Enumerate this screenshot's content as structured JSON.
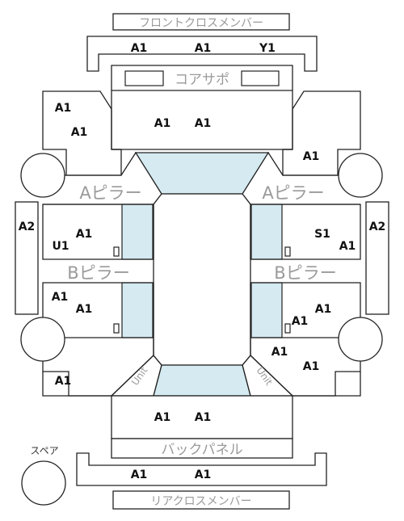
{
  "labels": {
    "front_cross_member": "フロントクロスメンバー",
    "core_support": "コアサポ",
    "a_pillar": "Aピラー",
    "b_pillar": "Bピラー",
    "back_panel": "バックパネル",
    "rear_cross_member": "リアクロスメンバー",
    "spare": "スペア",
    "unit": "Unit"
  },
  "codes": {
    "front_cross_1": "A1",
    "front_cross_2": "A1",
    "front_cross_3": "Y1",
    "front_left_fender_1": "A1",
    "front_left_fender_2": "A1",
    "hood_1": "A1",
    "hood_2": "A1",
    "front_right_fender": "A1",
    "left_rocker": "A2",
    "right_rocker": "A2",
    "left_front_door_1": "A1",
    "left_front_door_2": "U1",
    "right_front_door_1": "S1",
    "right_front_door_2": "A1",
    "left_rear_door_1": "A1",
    "left_rear_door_2": "A1",
    "right_rear_door_1": "A1",
    "right_rear_door_2": "A1",
    "right_rear_quarter_1": "A1",
    "right_rear_quarter_2": "A1",
    "left_rear_quarter": "A1",
    "trunk_1": "A1",
    "trunk_2": "A1",
    "rear_cross_1": "A1",
    "rear_cross_2": "A1"
  }
}
